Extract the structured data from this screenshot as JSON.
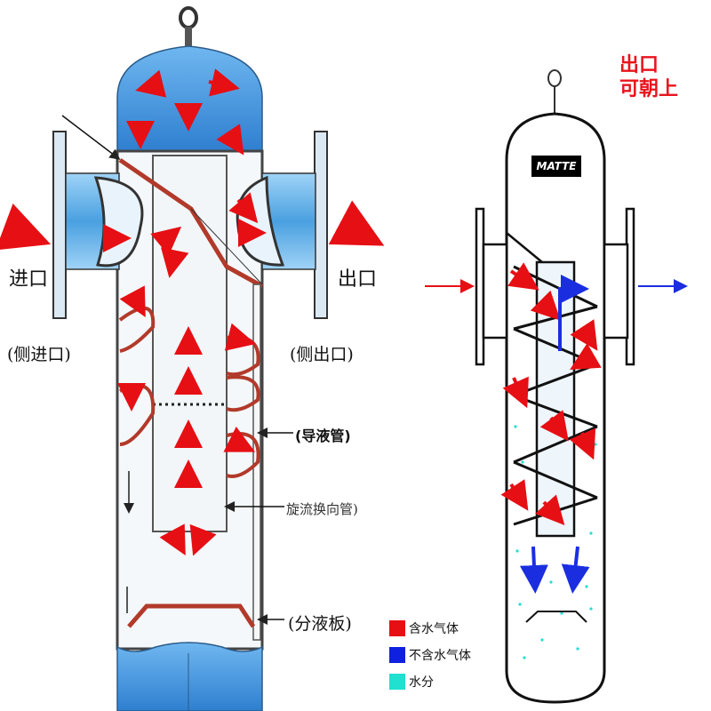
{
  "left_diagram": {
    "inlet_label": "进口",
    "outlet_label": "出口",
    "side_inlet_label": "(侧进口)",
    "side_outlet_label": "(侧出口)",
    "drain_pipe_label": "(导液管)",
    "swirl_pipe_label": "旋流换向管)",
    "separator_plate_label": "(分液板)"
  },
  "right_diagram": {
    "outlet_note_line1": "出口",
    "outlet_note_line2": "可朝上",
    "brand": "MATTE"
  },
  "legend": [
    {
      "label": "含水气体",
      "color": "#e60f14"
    },
    {
      "label": "不含水气体",
      "color": "#1020e0"
    },
    {
      "label": "水分",
      "color": "#20e0d0"
    }
  ],
  "colors": {
    "vessel_blue": "#3a8fd8",
    "wet_gas_red": "#e60f14",
    "dry_gas_blue": "#1a2ee0",
    "pipe_red": "#b23a2a"
  }
}
